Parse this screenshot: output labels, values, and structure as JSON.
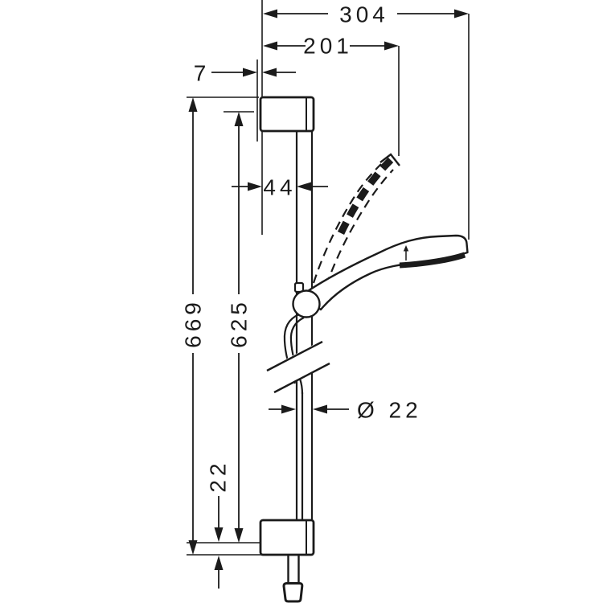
{
  "colors": {
    "ink": "#1b1b1b",
    "paper": "#ffffff"
  },
  "dims": {
    "d304": "304",
    "d201": "201",
    "d7": "7",
    "d44": "44",
    "d669": "669",
    "d625": "625",
    "dia22": "Ø 22",
    "d22": "22"
  }
}
